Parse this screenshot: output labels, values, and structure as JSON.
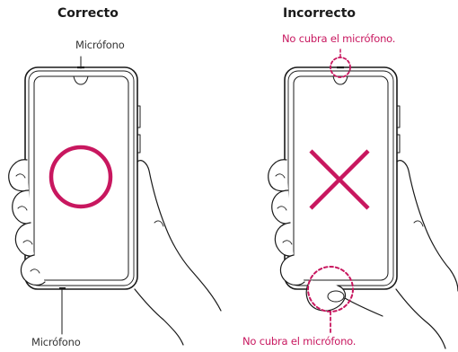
{
  "correct": {
    "heading": "Correcto",
    "mic_top_label": "Micrófono",
    "mic_bottom_label": "Micrófono"
  },
  "incorrect": {
    "heading": "Incorrecto",
    "warning_top": "No cubra el micrófono.",
    "warning_bottom": "No cubra el micrófono."
  },
  "colors": {
    "accent": "#c8175f",
    "outline": "#1a1a1a"
  },
  "icons": {
    "correct_symbol": "circle-icon",
    "incorrect_symbol": "cross-icon"
  }
}
